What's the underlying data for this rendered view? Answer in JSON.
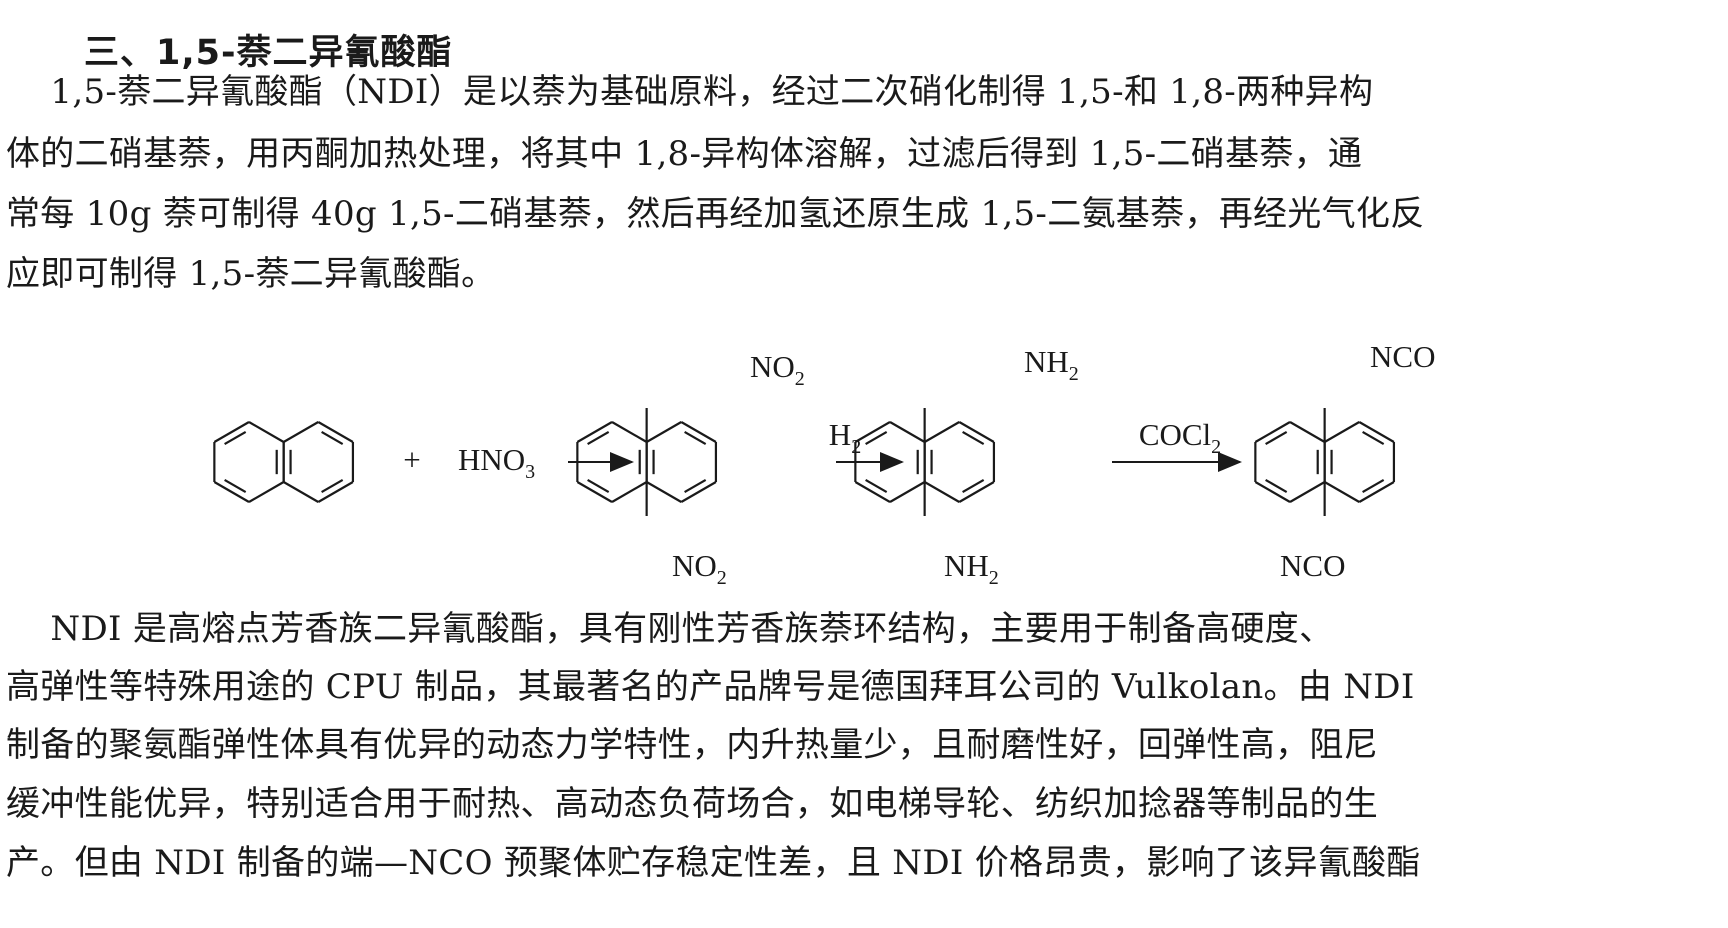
{
  "heading": "三、1,5-萘二异氰酸酯",
  "para1": {
    "lines": [
      "    1,5-萘二异氰酸酯（NDI）是以萘为基础原料，经过二次硝化制得 1,5-和 1,8-两种异构",
      "体的二硝基萘，用丙酮加热处理，将其中 1,8-异构体溶解，过滤后得到 1,5-二硝基萘，通",
      "常每 10g 萘可制得 40g 1,5-二硝基萘，然后再经加氢还原生成 1,5-二氨基萘，再经光气化反",
      "应即可制得 1,5-萘二异氰酸酯。"
    ]
  },
  "scheme": {
    "plus": "+",
    "reagent1": "HNO",
    "reagent1_sub": "3",
    "arrow2_label": "H",
    "arrow2_label_sub": "2",
    "arrow3_label": "COCl",
    "arrow3_label_sub": "2",
    "nitro_top": "NO",
    "nitro_top_sub": "2",
    "nitro_bottom": "NO",
    "nitro_bottom_sub": "2",
    "amine_top": "NH",
    "amine_top_sub": "2",
    "amine_bottom": "NH",
    "amine_bottom_sub": "2",
    "nco_top": "NCO",
    "nco_bottom": "NCO"
  },
  "para2": {
    "lines": [
      "    NDI 是高熔点芳香族二异氰酸酯，具有刚性芳香族萘环结构，主要用于制备高硬度、",
      "高弹性等特殊用途的 CPU 制品，其最著名的产品牌号是德国拜耳公司的 Vulkolan。由 NDI",
      "制备的聚氨酯弹性体具有优异的动态力学特性，内升热量少，且耐磨性好，回弹性高，阻尼",
      "缓冲性能优异，特别适合用于耐热、高动态负荷场合，如电梯导轮、纺织加捻器等制品的生",
      "产。但由 NDI 制备的端—NCO 预聚体贮存稳定性差，且 NDI 价格昂贵，影响了该异氰酸酯"
    ]
  }
}
